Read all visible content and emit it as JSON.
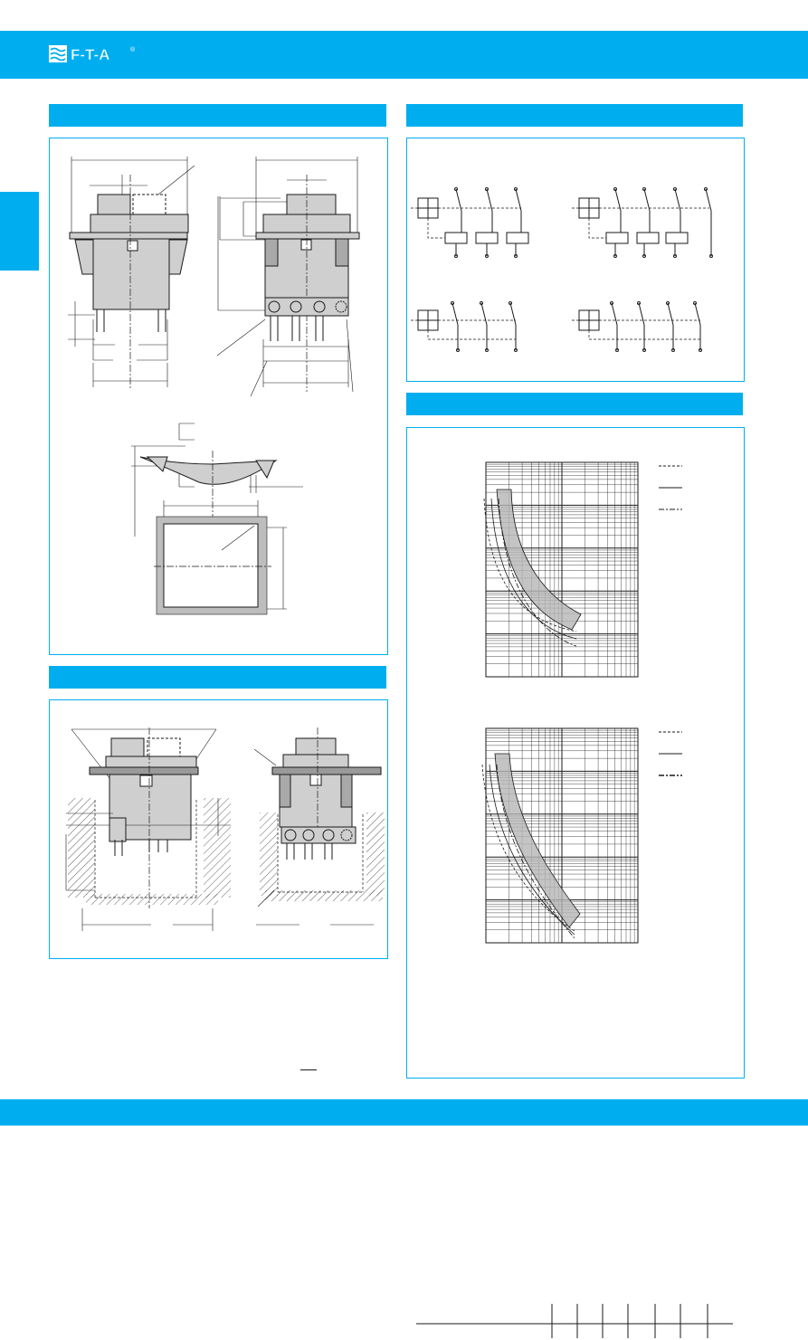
{
  "brand": {
    "logo_text": "F-T-A",
    "registered_mark": "®"
  },
  "colors": {
    "accent": "#00aeef",
    "line": "#1a1a1a",
    "fill_grey": "#cfcfcf",
    "band_grey": "#b5b5b5"
  },
  "sections": {
    "dimensions": {
      "title": ""
    },
    "circuit_diagrams": {
      "title": ""
    },
    "mounting": {
      "title": ""
    },
    "trip_curves": {
      "title": ""
    }
  },
  "chart_data": [
    {
      "type": "area",
      "title": "",
      "scale": "log-log",
      "grid": true,
      "series": [
        {
          "style": "dashed"
        },
        {
          "style": "solid"
        },
        {
          "style": "dash-dot"
        }
      ]
    },
    {
      "type": "area",
      "title": "",
      "scale": "log-log",
      "grid": true,
      "series": [
        {
          "style": "dashed"
        },
        {
          "style": "solid"
        },
        {
          "style": "dash-dot"
        }
      ]
    }
  ],
  "table": {
    "columns": 8
  }
}
